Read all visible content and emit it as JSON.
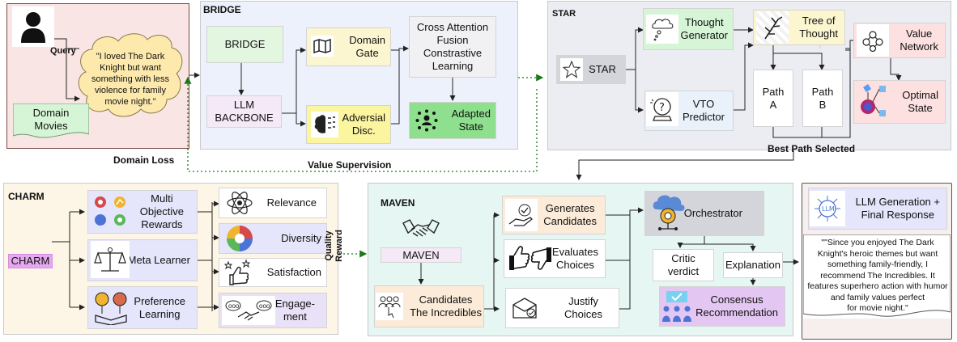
{
  "query_panel": {
    "query_label": "Query",
    "quote": "\"I loved The Dark Knight but want something with less violence for family movie night.\"",
    "domain_box": "Domain\nMovies",
    "domain_loss": "Domain Loss"
  },
  "bridge": {
    "title": "BRIDGE",
    "bridge_box": "BRIDGE",
    "llm_backbone": "LLM\nBACKBONE",
    "domain_gate": "Domain\nGate",
    "adversial": "Adversial\nDisc.",
    "cross_attention": "Cross Attention\nFusion\nConstrastive\nLearning",
    "adapted_state": "Adapted\nState",
    "value_supervision": "Value Supervision"
  },
  "star": {
    "title": "STAR",
    "star_box": "STAR",
    "thought_generator": "Thought\nGenerator",
    "tree_of_thought": "Tree of\nThought",
    "value_network": "Value\nNetwork",
    "vto_predictor": "VTO\nPredictor",
    "path_a": "Path\nA",
    "path_b": "Path\nB",
    "optimal_state": "Optimal\nState",
    "best_path": "Best Path Selected"
  },
  "charm": {
    "title": "CHARM",
    "charm_box": "CHARM",
    "multi_objective": "Multi\nObjective\nRewards",
    "meta_learner": "Meta Learner",
    "preference": "Preference\nLearning",
    "relevance": "Relevance",
    "diversity": "Diversity",
    "satisfaction": "Satisfaction",
    "engagement": "Engage-\nment"
  },
  "quality_reward": "Quality\nReward",
  "maven": {
    "title": "MAVEN",
    "maven_box": "MAVEN",
    "candidates": "Candidates\nThe Incredibles",
    "generates": "Generates\nCandidates",
    "evaluates": "Evaluates\nChoices",
    "justify": "Justify\nChoices",
    "orchestrator": "Orchestrator",
    "critic": "Critic\nverdict",
    "explanation": "Explanation",
    "consensus": "Consensus\nRecommendation"
  },
  "final": {
    "llm_generation": "LLM Generation +\nFinal Response",
    "response": "\"\"Since you enjoyed The Dark Knight's heroic  themes but want something family-friendly, I recommend The Incredibles. It features superhero action with humor and  family values perfect\nfor movie night.\""
  },
  "colors": {
    "query_panel": "#f9e5e3",
    "bridge_panel": "#edf1fb",
    "star_panel": "#ecedf2",
    "charm_panel": "#fdf5e6",
    "maven_panel": "#e6f7f3",
    "cloud": "#fde9ac",
    "green_box": "#d6f5d6",
    "pink_box": "#f5e8f7",
    "yellow_box": "#fcf6d0",
    "purple_box": "#e3c7f2",
    "grey_box": "#d3d5db",
    "orange_box": "#fcebd8",
    "lavender_box": "#e5e5fb",
    "dotted_arrow": "#2e9d2e"
  }
}
